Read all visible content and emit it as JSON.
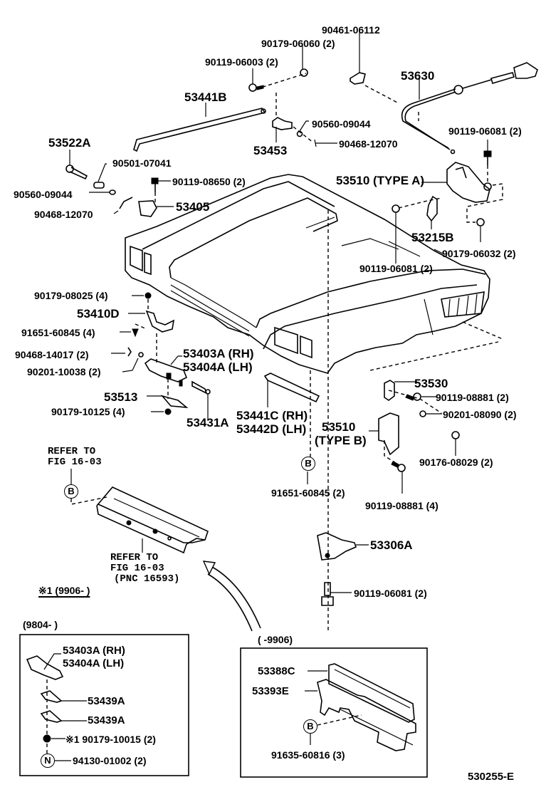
{
  "diagram": {
    "figure_id": "530255-E",
    "parts": {
      "p90461_06112": "90461-06112",
      "p90179_06060": "90179-06060 (2)",
      "p90119_06003": "90119-06003 (2)",
      "p53630": "53630",
      "p53441B": "53441B",
      "p90560_09044_top": "90560-09044",
      "p90119_06081_top": "90119-06081 (2)",
      "p53453": "53453",
      "p90468_12070_top": "90468-12070",
      "p53522A": "53522A",
      "p90501_07041": "90501-07041",
      "p90119_08650": "90119-08650 (2)",
      "p53510_typeA": "53510 (TYPE A)",
      "p90560_09044_left": "90560-09044",
      "p90468_12070_left": "90468-12070",
      "p53405": "53405",
      "p53215B": "53215B",
      "p90179_06032": "90179-06032 (2)",
      "p90119_06081_mid": "90119-06081 (2)",
      "p90179_08025": "90179-08025 (4)",
      "p53410D": "53410D",
      "p91651_60845_4": "91651-60845 (4)",
      "p90468_14017": "90468-14017 (2)",
      "p90201_10038": "90201-10038 (2)",
      "p53403A_rh": "53403A (RH)",
      "p53404A_lh": "53404A (LH)",
      "p53513": "53513",
      "p90179_10125": "90179-10125 (4)",
      "p53431A": "53431A",
      "p53441C_rh": "53441C (RH)",
      "p53442D_lh": "53442D (LH)",
      "p53530": "53530",
      "p90119_08881_2": "90119-08881 (2)",
      "p90201_08090": "90201-08090 (2)",
      "p53510_typeB_1": "53510",
      "p53510_typeB_2": "(TYPE  B)",
      "p90176_08029": "90176-08029 (2)",
      "p91651_60845_2": "91651-60845 (2)",
      "p90119_08881_4": "90119-08881 (4)",
      "p53306A": "53306A",
      "p90119_06081_bot": "90119-06081 (2)"
    },
    "refs": {
      "refer_to_1": "REFER TO",
      "fig_1": "FIG 16-03",
      "refer_to_2": "REFER TO",
      "fig_2": "FIG 16-03",
      "pnc": "(PNC 16593)",
      "note1_range": "※1 (9906-        )",
      "circle_b": "B",
      "circle_n": "N"
    },
    "inset_left": {
      "range": "(9804-        )",
      "p53403A_rh": "53403A (RH)",
      "p53404A_lh": "53404A (LH)",
      "p53439A_1": "53439A",
      "p53439A_2": "53439A",
      "p90179_10015": "※1 90179-10015 (2)",
      "p94130_01002": "94130-01002 (2)"
    },
    "inset_right": {
      "range": "(       -9906)",
      "p53388C": "53388C",
      "p53393E": "53393E",
      "p91635_60816": "91635-60816 (3)"
    }
  }
}
